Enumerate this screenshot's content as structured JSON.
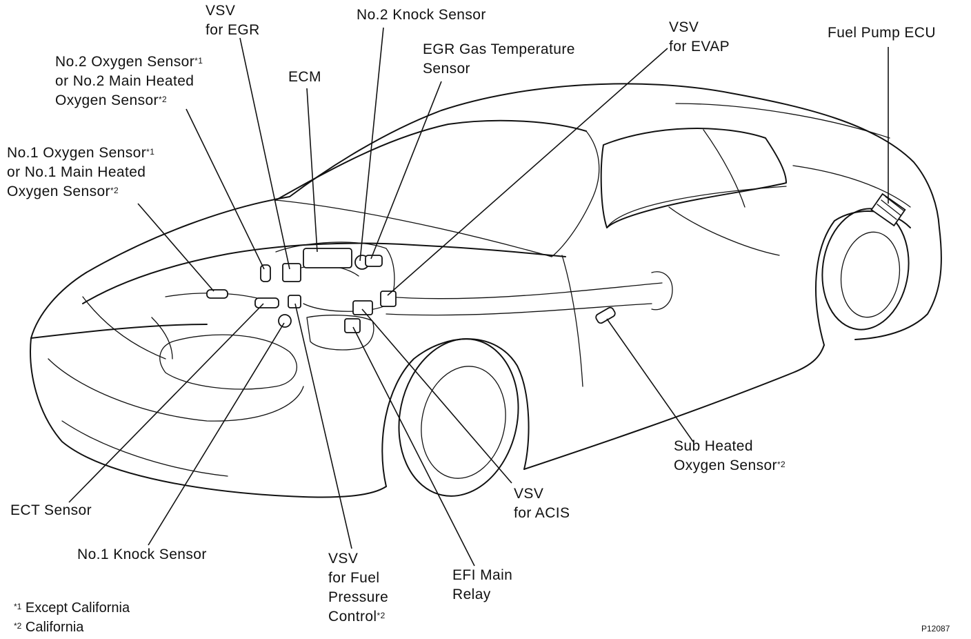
{
  "labels": {
    "vsv_egr": [
      "VSV",
      "for EGR"
    ],
    "knock2": [
      "No.2 Knock Sensor"
    ],
    "egr_temp": [
      "EGR Gas Temperature",
      "Sensor"
    ],
    "vsv_evap": [
      "VSV",
      "for EVAP"
    ],
    "fuel_pump_ecu": [
      "Fuel Pump ECU"
    ],
    "o2_2": {
      "line1": "No.2 Oxygen Sensor",
      "line1_sup": "*1",
      "line2": "or No.2 Main Heated",
      "line3": "Oxygen Sensor",
      "line3_sup": "*2"
    },
    "ecm": [
      "ECM"
    ],
    "o2_1": {
      "line1": "No.1 Oxygen Sensor",
      "line1_sup": "*1",
      "line2": "or No.1 Main Heated",
      "line3": "Oxygen Sensor",
      "line3_sup": "*2"
    },
    "sub_o2": {
      "line1": "Sub Heated",
      "line2": "Oxygen Sensor",
      "line2_sup": "*2"
    },
    "ect": [
      "ECT Sensor"
    ],
    "vsv_acis": [
      "VSV",
      "for ACIS"
    ],
    "knock1": [
      "No.1 Knock Sensor"
    ],
    "vsv_fuel": {
      "line1": "VSV",
      "line2": "for Fuel",
      "line3": "Pressure",
      "line4": "Control",
      "line4_sup": "*2"
    },
    "efi_relay": [
      "EFI Main",
      "Relay"
    ]
  },
  "footnotes": [
    {
      "mark": "*1",
      "text": "Except California"
    },
    {
      "mark": "*2",
      "text": "California"
    }
  ],
  "figure_code": "P12087"
}
